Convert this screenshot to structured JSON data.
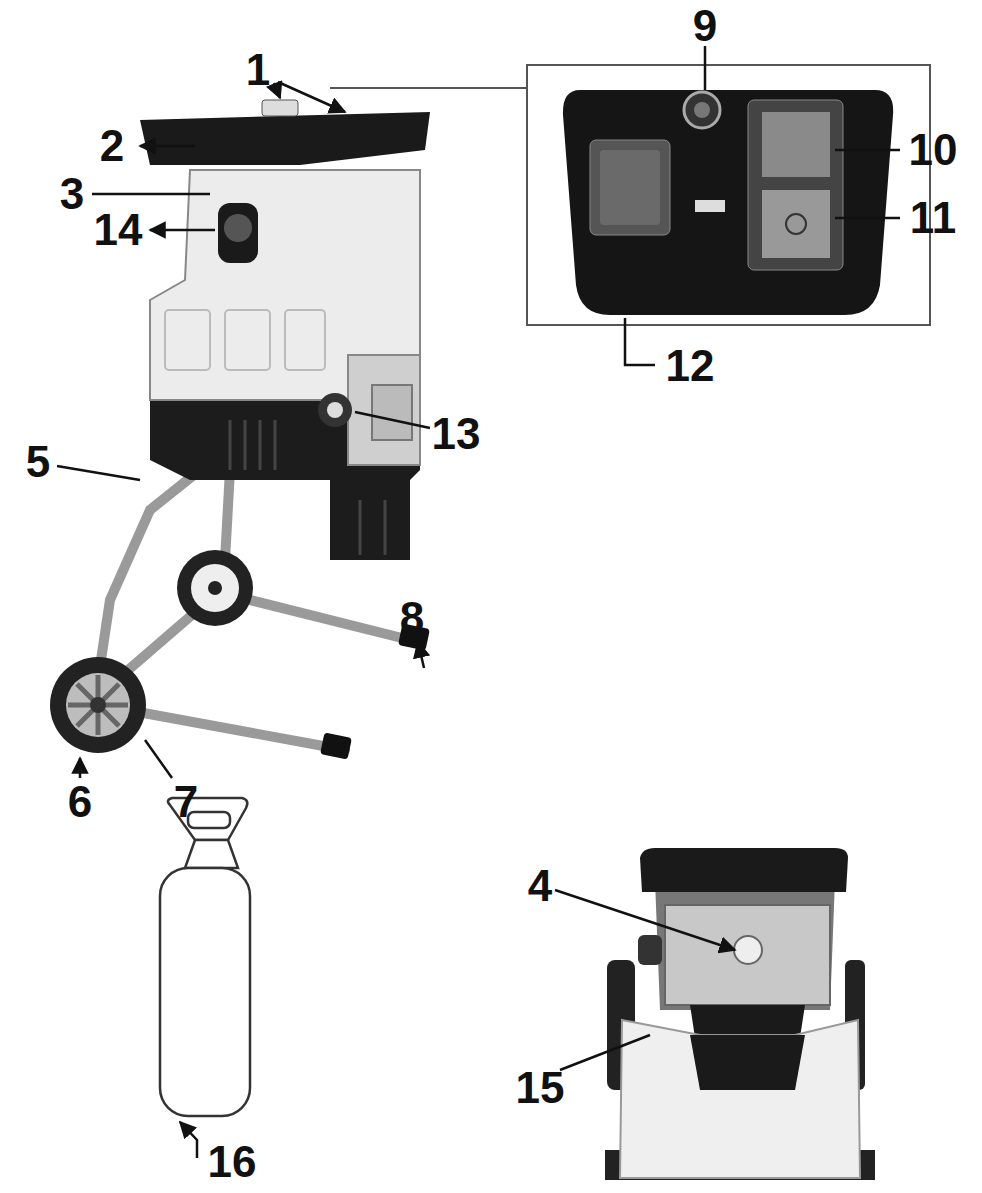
{
  "diagram": {
    "labels": [
      "1",
      "2",
      "3",
      "14",
      "9",
      "10",
      "11",
      "12",
      "13",
      "5",
      "8",
      "6",
      "7",
      "4",
      "15",
      "16"
    ]
  }
}
